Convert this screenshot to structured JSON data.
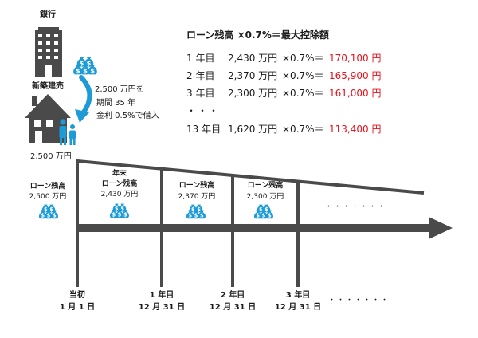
{
  "colors": {
    "timeline": "#4a4a4a",
    "money_bag": "#1e9bd7",
    "house": "#4a4a4a",
    "building": "#4a4a4a",
    "people": "#1e9bd7",
    "arrow_curve": "#1e9bd7",
    "accent_red": "#e8121c"
  },
  "left": {
    "bank_label": "銀行",
    "newbuild_label": "新築建売",
    "house_price": "2,500 万円",
    "loan_terms": [
      "2,500 万円を",
      "期間 35 年",
      "金利 0.5%で借入"
    ]
  },
  "calc": {
    "title": "ローン残高 ×0.7%＝最大控除額",
    "rows": [
      {
        "year": "1 年目",
        "balance": "2,430 万円",
        "formula": "×0.7%＝",
        "result": "170,100 円"
      },
      {
        "year": "2 年目",
        "balance": "2,370 万円",
        "formula": "×0.7%＝",
        "result": "165,900 円"
      },
      {
        "year": "3 年目",
        "balance": "2,300 万円",
        "formula": "×0.7%＝",
        "result": "161,000 円"
      }
    ],
    "ellipsis": "・・・",
    "last_row": {
      "year": "13 年目",
      "balance": "1,620 万円",
      "formula": "×0.7%＝",
      "result": "113,400 円"
    }
  },
  "timeline": {
    "initial_label": "ローン残高",
    "initial_amount": "2,500 万円",
    "year_end_caption": "年末",
    "balance_label": "ローン残高",
    "balances": [
      "2,430 万円",
      "2,370 万円",
      "2,300 万円"
    ],
    "upper_ellipsis": "・・・・・・・",
    "lower_ellipsis": "・・・・・・・",
    "ticks": [
      {
        "label": "当初",
        "date": "1 月 1 日"
      },
      {
        "label": "1 年目",
        "date": "12 月 31 日"
      },
      {
        "label": "2 年目",
        "date": "12 月 31 日"
      },
      {
        "label": "3 年目",
        "date": "12 月 31 日"
      }
    ]
  }
}
